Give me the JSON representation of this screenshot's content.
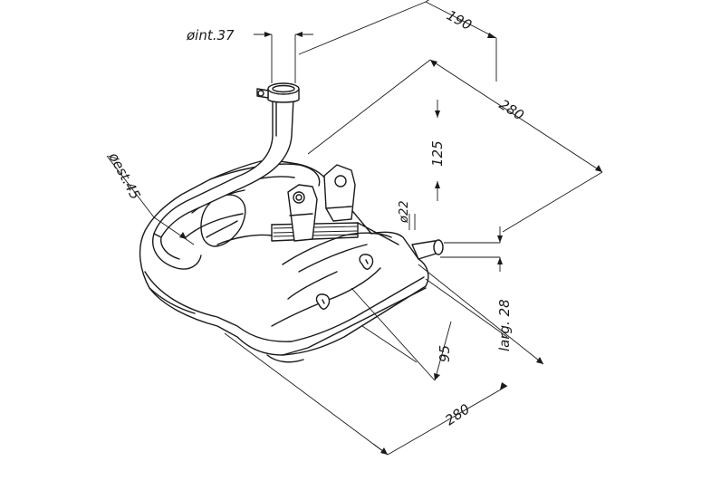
{
  "dimensions": {
    "inner_diameter": "øint.37",
    "width_top": "190",
    "length_top": "280",
    "height": "125",
    "outer_diameter": "øest.45",
    "outlet_diameter": "ø22",
    "outlet_width": "larg. 28",
    "depth": "95",
    "length_bottom": "280"
  },
  "colors": {
    "line": "#1a1a1a",
    "background": "#ffffff"
  }
}
